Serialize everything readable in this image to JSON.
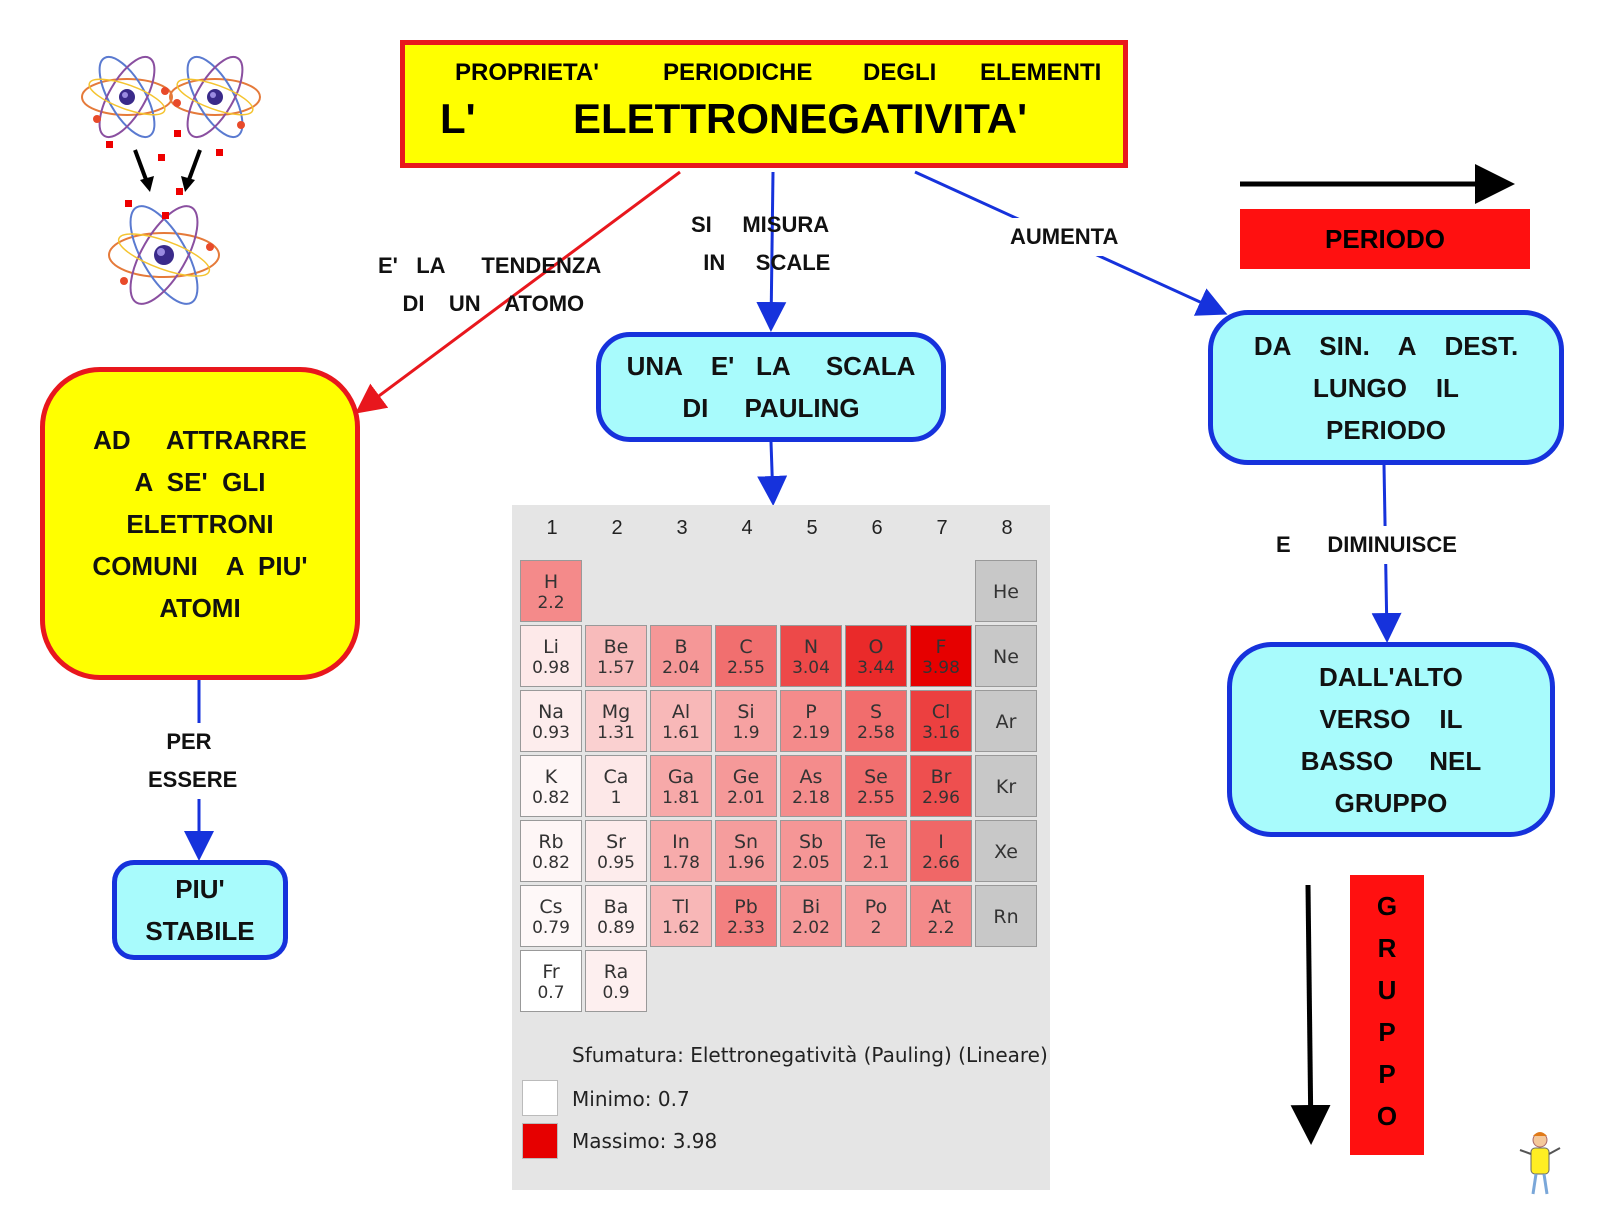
{
  "header": {
    "subtitle_words": [
      "PROPRIETA'",
      "PERIODICHE",
      "DEGLI",
      "ELEMENTI"
    ],
    "title_words": [
      "L'",
      "ELETTRONEGATIVITA'"
    ]
  },
  "labels": {
    "tendency": "E'   LA      TENDENZA\n    DI    UN    ATOMO",
    "measure": "SI     MISURA\n  IN     SCALE",
    "increase": "AUMENTA",
    "to_be": "   PER\nESSERE",
    "decrease": "E      DIMINUISCE"
  },
  "boxes": {
    "attract": "AD     ATTRARRE\nA  SE'  GLI\nELETTRONI\nCOMUNI    A  PIU'\nATOMI",
    "stable": "PIU'\nSTABILE",
    "pauling": "UNA    E'   LA     SCALA\nDI     PAULING",
    "left_right": "DA    SIN.    A    DEST.\nLUNGO    IL\nPERIODO",
    "top_bottom": "DALL'ALTO\nVERSO    IL\nBASSO     NEL\nGRUPPO",
    "periodo": "PERIODO",
    "gruppo_letters": [
      "G",
      "R",
      "U",
      "P",
      "P",
      "O"
    ]
  },
  "colors": {
    "title_fill": "#ffff00",
    "red_border": "#e8171d",
    "blue_border": "#1632dc",
    "cyan_fill": "#a8fbfc",
    "min_color": "#ffffff",
    "max_color": "#e60000"
  },
  "periodic_table": {
    "column_numbers": [
      "1",
      "2",
      "3",
      "4",
      "5",
      "6",
      "7",
      "8"
    ],
    "elements": [
      {
        "sym": "H",
        "en": "2.2",
        "period": 1,
        "group": 1
      },
      {
        "sym": "He",
        "en": "",
        "period": 1,
        "group": 8
      },
      {
        "sym": "Li",
        "en": "0.98",
        "period": 2,
        "group": 1
      },
      {
        "sym": "Be",
        "en": "1.57",
        "period": 2,
        "group": 2
      },
      {
        "sym": "B",
        "en": "2.04",
        "period": 2,
        "group": 3
      },
      {
        "sym": "C",
        "en": "2.55",
        "period": 2,
        "group": 4
      },
      {
        "sym": "N",
        "en": "3.04",
        "period": 2,
        "group": 5
      },
      {
        "sym": "O",
        "en": "3.44",
        "period": 2,
        "group": 6
      },
      {
        "sym": "F",
        "en": "3.98",
        "period": 2,
        "group": 7
      },
      {
        "sym": "Ne",
        "en": "",
        "period": 2,
        "group": 8
      },
      {
        "sym": "Na",
        "en": "0.93",
        "period": 3,
        "group": 1
      },
      {
        "sym": "Mg",
        "en": "1.31",
        "period": 3,
        "group": 2
      },
      {
        "sym": "Al",
        "en": "1.61",
        "period": 3,
        "group": 3
      },
      {
        "sym": "Si",
        "en": "1.9",
        "period": 3,
        "group": 4
      },
      {
        "sym": "P",
        "en": "2.19",
        "period": 3,
        "group": 5
      },
      {
        "sym": "S",
        "en": "2.58",
        "period": 3,
        "group": 6
      },
      {
        "sym": "Cl",
        "en": "3.16",
        "period": 3,
        "group": 7
      },
      {
        "sym": "Ar",
        "en": "",
        "period": 3,
        "group": 8
      },
      {
        "sym": "K",
        "en": "0.82",
        "period": 4,
        "group": 1
      },
      {
        "sym": "Ca",
        "en": "1",
        "period": 4,
        "group": 2
      },
      {
        "sym": "Ga",
        "en": "1.81",
        "period": 4,
        "group": 3
      },
      {
        "sym": "Ge",
        "en": "2.01",
        "period": 4,
        "group": 4
      },
      {
        "sym": "As",
        "en": "2.18",
        "period": 4,
        "group": 5
      },
      {
        "sym": "Se",
        "en": "2.55",
        "period": 4,
        "group": 6
      },
      {
        "sym": "Br",
        "en": "2.96",
        "period": 4,
        "group": 7
      },
      {
        "sym": "Kr",
        "en": "",
        "period": 4,
        "group": 8
      },
      {
        "sym": "Rb",
        "en": "0.82",
        "period": 5,
        "group": 1
      },
      {
        "sym": "Sr",
        "en": "0.95",
        "period": 5,
        "group": 2
      },
      {
        "sym": "In",
        "en": "1.78",
        "period": 5,
        "group": 3
      },
      {
        "sym": "Sn",
        "en": "1.96",
        "period": 5,
        "group": 4
      },
      {
        "sym": "Sb",
        "en": "2.05",
        "period": 5,
        "group": 5
      },
      {
        "sym": "Te",
        "en": "2.1",
        "period": 5,
        "group": 6
      },
      {
        "sym": "I",
        "en": "2.66",
        "period": 5,
        "group": 7
      },
      {
        "sym": "Xe",
        "en": "",
        "period": 5,
        "group": 8
      },
      {
        "sym": "Cs",
        "en": "0.79",
        "period": 6,
        "group": 1
      },
      {
        "sym": "Ba",
        "en": "0.89",
        "period": 6,
        "group": 2
      },
      {
        "sym": "Tl",
        "en": "1.62",
        "period": 6,
        "group": 3
      },
      {
        "sym": "Pb",
        "en": "2.33",
        "period": 6,
        "group": 4
      },
      {
        "sym": "Bi",
        "en": "2.02",
        "period": 6,
        "group": 5
      },
      {
        "sym": "Po",
        "en": "2",
        "period": 6,
        "group": 6
      },
      {
        "sym": "At",
        "en": "2.2",
        "period": 6,
        "group": 7
      },
      {
        "sym": "Rn",
        "en": "",
        "period": 6,
        "group": 8
      },
      {
        "sym": "Fr",
        "en": "0.7",
        "period": 7,
        "group": 1
      },
      {
        "sym": "Ra",
        "en": "0.9",
        "period": 7,
        "group": 2
      }
    ],
    "legend": {
      "shading": "Sfumatura: Elettronegatività (Pauling) (Lineare)",
      "min": "Minimo: 0.7",
      "max": "Massimo: 3.98",
      "min_value": 0.7,
      "max_value": 3.98
    }
  }
}
